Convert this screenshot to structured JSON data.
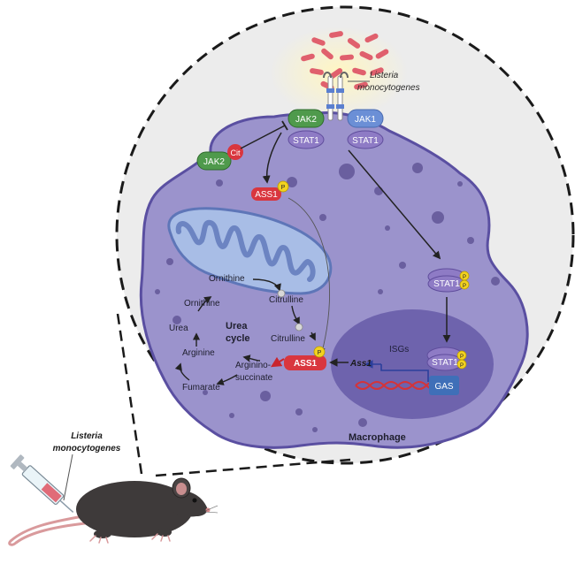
{
  "bacteria_label_top": [
    "Listeria",
    "monocytogenes"
  ],
  "bacteria_label_mouse": [
    "Listeria",
    "monocytogenes"
  ],
  "proteins": {
    "jak2_receptor": "JAK2",
    "jak1": "JAK1",
    "stat1_left": "STAT1",
    "stat1_right": "STAT1",
    "jak2_cit": "JAK2",
    "cit_badge": "Cit",
    "ass1_upper": "ASS1",
    "phospho": "P",
    "stat1_cyto": "STAT1",
    "stat1_nuclear": "STAT1",
    "ass1_lower": "ASS1",
    "gas": "GAS"
  },
  "urea_cycle": {
    "title": [
      "Urea",
      "cycle"
    ],
    "ornithine_mito": "Ornithine",
    "citrulline_mito": "Citrulline",
    "citrulline_cyto": "Citrulline",
    "ornithine_cyto": "Ornithine",
    "urea": "Urea",
    "arginine": "Arginine",
    "fumarate": "Fumarate",
    "argininosuccinate": [
      "Arginino-",
      "succinate"
    ]
  },
  "nucleus": {
    "isgs": "ISGs",
    "ass1_gene": "Ass1"
  },
  "cell_label": "Macrophage",
  "colors": {
    "cell": "#9b93cc",
    "nucleus": "#6e63ad",
    "mito": "#9bb2df",
    "jak2": "#4f9a4c",
    "jak1": "#6b8fd6",
    "stat1": "#8e7bc5",
    "ass1": "#d9363e",
    "phospho": "#f2d21f",
    "gas": "#3f6fb8",
    "bacteria": "#e0606d"
  }
}
